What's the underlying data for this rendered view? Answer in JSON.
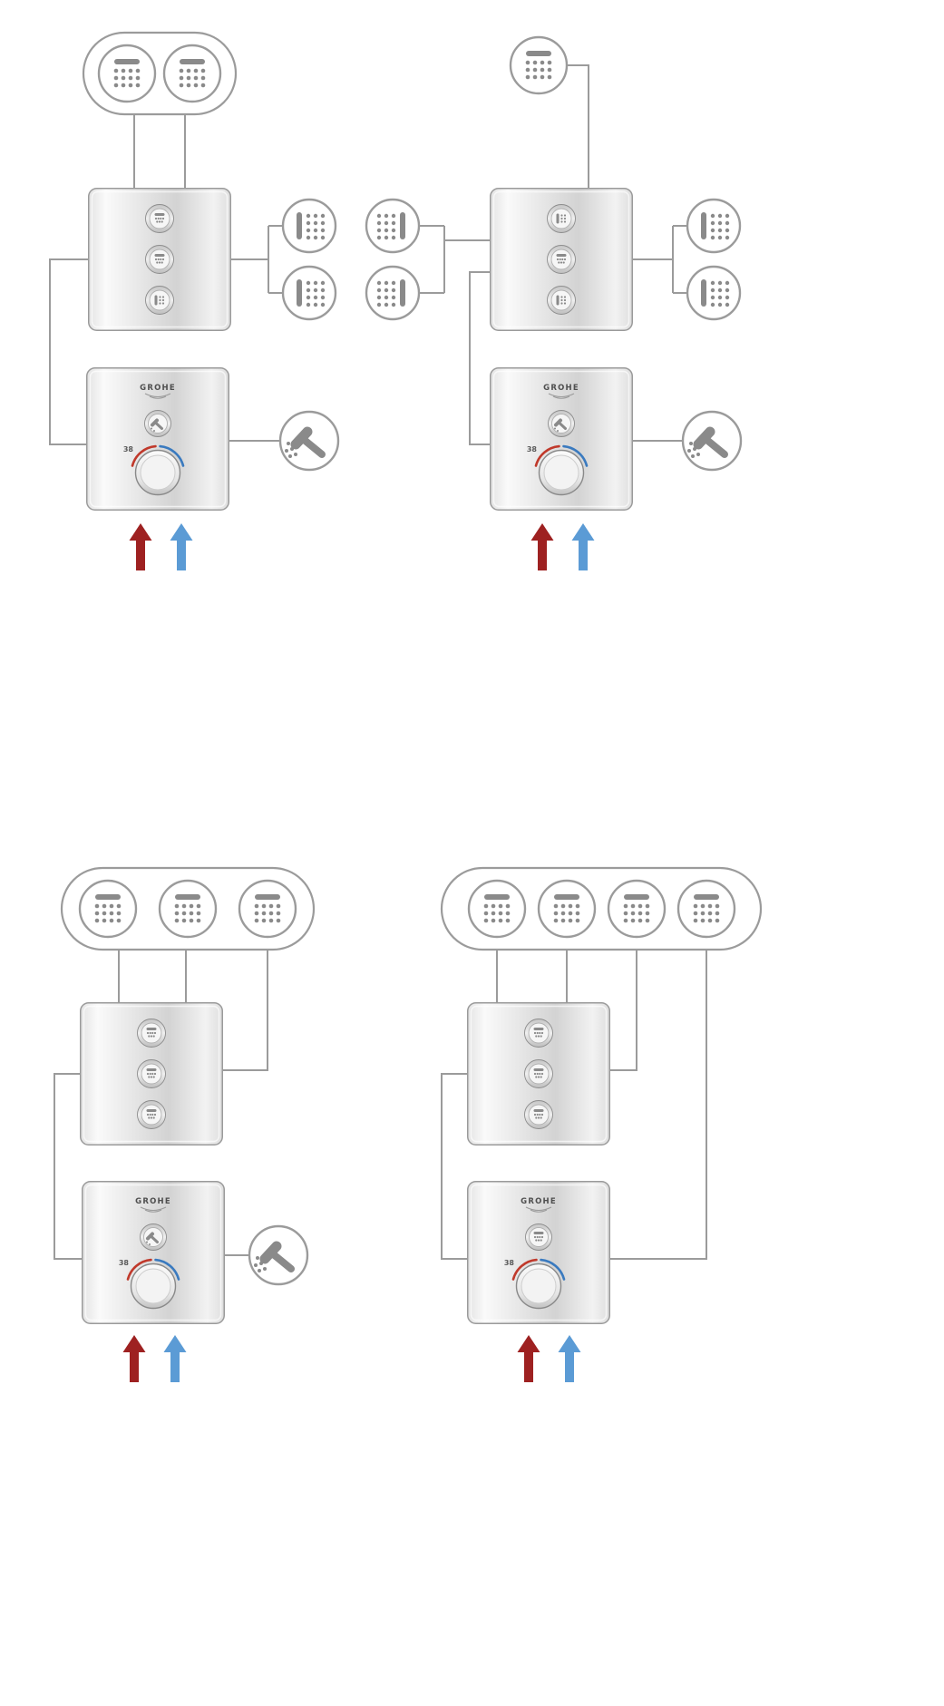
{
  "diagram": {
    "type": "shower-system-installation-schematic",
    "brand": "GROHE",
    "temperature_label": "38",
    "colors": {
      "background": "#ffffff",
      "line": "#9b9b9b",
      "icon": "#8a8a8a",
      "unit_stroke": "#9a9a9a",
      "logo_text": "#4f4f4f",
      "hot_arrow": "#9e2121",
      "cold_arrow": "#5b9bd5",
      "hot_arc": "#c0392b",
      "cold_arc": "#3a7abf"
    },
    "icons": {
      "head-shower": "circle with horizontal spray bar and grid of dots",
      "side-shower": "circle with vertical spray bar and grid of dots",
      "hand-shower": "circle with diagonal hand shower and spray dots",
      "hot-supply": "upward dark red arrow",
      "cold-supply": "upward blue arrow"
    },
    "configurations": [
      {
        "position": "top-left",
        "head_showers": 2,
        "side_showers": 2,
        "hand_shower": true,
        "valve_unit": {
          "buttons": [
            "head-shower",
            "head-shower",
            "side-shower"
          ]
        },
        "thermostat": {
          "brand": "GROHE",
          "temperature": "38",
          "diverter": "hand-shower"
        },
        "supplies": [
          "hot",
          "cold"
        ]
      },
      {
        "position": "top-right",
        "head_showers": 1,
        "side_showers": 4,
        "hand_shower": true,
        "valve_unit": {
          "buttons": [
            "side-shower",
            "head-shower",
            "side-shower"
          ]
        },
        "thermostat": {
          "brand": "GROHE",
          "temperature": "38",
          "diverter": "hand-shower"
        },
        "supplies": [
          "hot",
          "cold"
        ]
      },
      {
        "position": "bottom-left",
        "head_showers": 3,
        "side_showers": 0,
        "hand_shower": true,
        "valve_unit": {
          "buttons": [
            "head-shower",
            "head-shower",
            "head-shower"
          ]
        },
        "thermostat": {
          "brand": "GROHE",
          "temperature": "38",
          "diverter": "hand-shower"
        },
        "supplies": [
          "hot",
          "cold"
        ]
      },
      {
        "position": "bottom-right",
        "head_showers": 4,
        "side_showers": 0,
        "hand_shower": false,
        "valve_unit": {
          "buttons": [
            "head-shower",
            "head-shower",
            "head-shower"
          ]
        },
        "thermostat": {
          "brand": "GROHE",
          "temperature": "38",
          "diverter": "head-shower"
        },
        "supplies": [
          "hot",
          "cold"
        ]
      }
    ]
  }
}
